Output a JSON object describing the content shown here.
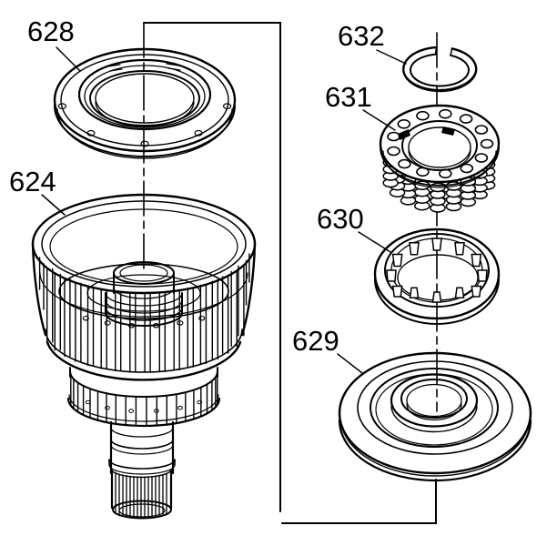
{
  "colors": {
    "background": "#ffffff",
    "line": "#000000"
  },
  "callouts": {
    "c624": "624",
    "c628": "628",
    "c629": "629",
    "c630": "630",
    "c631": "631",
    "c632": "632"
  }
}
